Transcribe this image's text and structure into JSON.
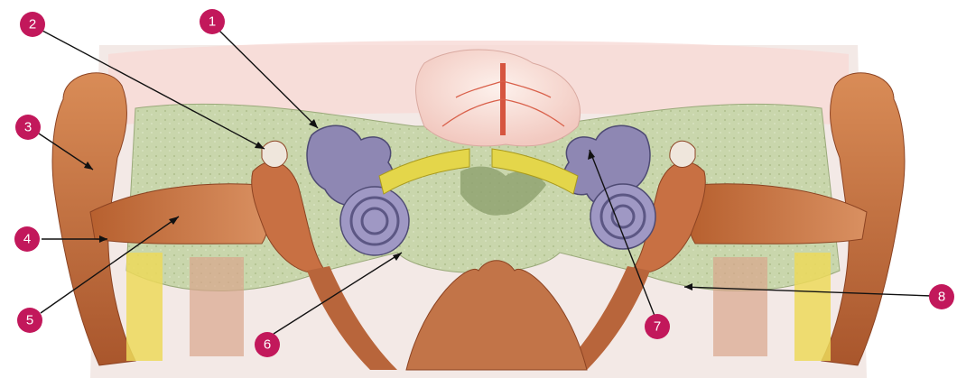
{
  "diagram": {
    "badge_color": "#c2185b",
    "callouts": [
      {
        "id": "1",
        "label": "1"
      },
      {
        "id": "2",
        "label": "2"
      },
      {
        "id": "3",
        "label": "3"
      },
      {
        "id": "4",
        "label": "4"
      },
      {
        "id": "5",
        "label": "5"
      },
      {
        "id": "6",
        "label": "6"
      },
      {
        "id": "7",
        "label": "7"
      },
      {
        "id": "8",
        "label": "8"
      }
    ]
  }
}
